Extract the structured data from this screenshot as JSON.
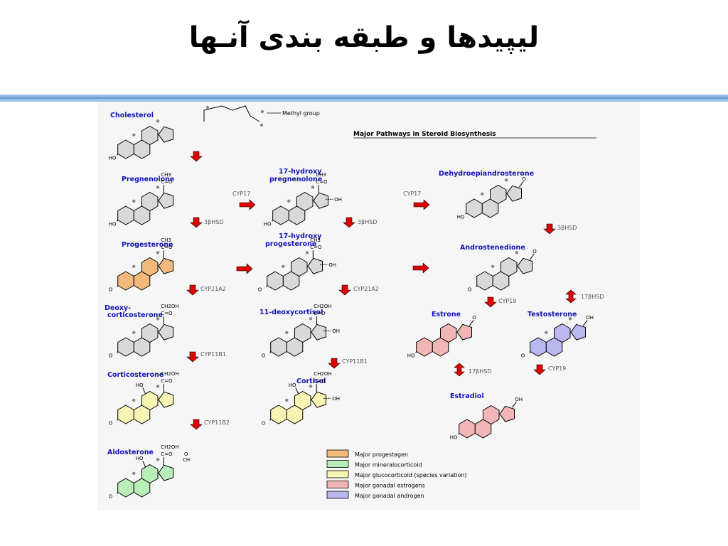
{
  "slide": {
    "title": "لیپیدها و طبقه بندی آنـها"
  },
  "diagram": {
    "heading": "Major Pathways in Steroid Biosynthesis",
    "methyl_label": "Methyl group",
    "compounds": {
      "cholesterol": "Cholesterol",
      "pregnenolone": "Pregnenolone",
      "hydroxypregnenolone_1": "17-hydroxy",
      "hydroxypregnenolone_2": "pregnenolone",
      "dhea": "Dehydroepiandrosterone",
      "progesterone": "Progesterone",
      "hydroxyprogesterone_1": "17-hydroxy",
      "hydroxyprogesterone_2": "progesterone",
      "androstenedione": "Androstenedione",
      "deoxycorticosterone_1": "Deoxy-",
      "deoxycorticosterone_2": "corticosterone",
      "deoxycortisol": "11-deoxycortisol",
      "estrone": "Estrone",
      "testosterone": "Testosterone",
      "corticosterone": "Corticosterone",
      "cortisol": "Cortisol",
      "estradiol": "Estradiol",
      "aldosterone": "Aldosterone"
    },
    "enzymes": {
      "cyp17_a": "CYP17",
      "cyp17_b": "CYP17",
      "hsd3b_a": "3βHSD",
      "hsd3b_b": "3βHSD",
      "hsd3b_c": "3βHSD",
      "cyp21a2_a": "CYP21A2",
      "cyp21a2_b": "CYP21A2",
      "cyp19_a": "CYP19",
      "cyp19_b": "CYP19",
      "hsd17b_a": "17βHSD",
      "hsd17b_b": "17βHSD",
      "cyp11b1_a": "CYP11B1",
      "cyp11b1_b": "CYP11B1",
      "cyp11b2": "CYP11B2"
    },
    "groups": {
      "ch3": "CH3",
      "co": "C=O",
      "ch2oh": "CH2OH",
      "oh": "OH",
      "o": "O",
      "ho": "HO",
      "ch": "CH"
    },
    "legend": [
      {
        "label": "Major progestagen",
        "color": "#f2b97a"
      },
      {
        "label": "Major mineralocorticoid",
        "color": "#b9eeb9"
      },
      {
        "label": "Major glucocorticoid (species variation)",
        "color": "#f7f5b3"
      },
      {
        "label": "Major gonadal estrogens",
        "color": "#f2b6b6"
      },
      {
        "label": "Major gonadal androgen",
        "color": "#b9b9f0"
      }
    ],
    "colors": {
      "default_ring": "#d9d9d9",
      "progestagen": "#f2b97a",
      "mineralocorticoid": "#b9eeb9",
      "glucocorticoid": "#f7f5b3",
      "estrogen": "#f2b6b6",
      "androgen": "#b9b9f0",
      "arrow": "#e00000",
      "label_blue": "#1414b4"
    }
  }
}
